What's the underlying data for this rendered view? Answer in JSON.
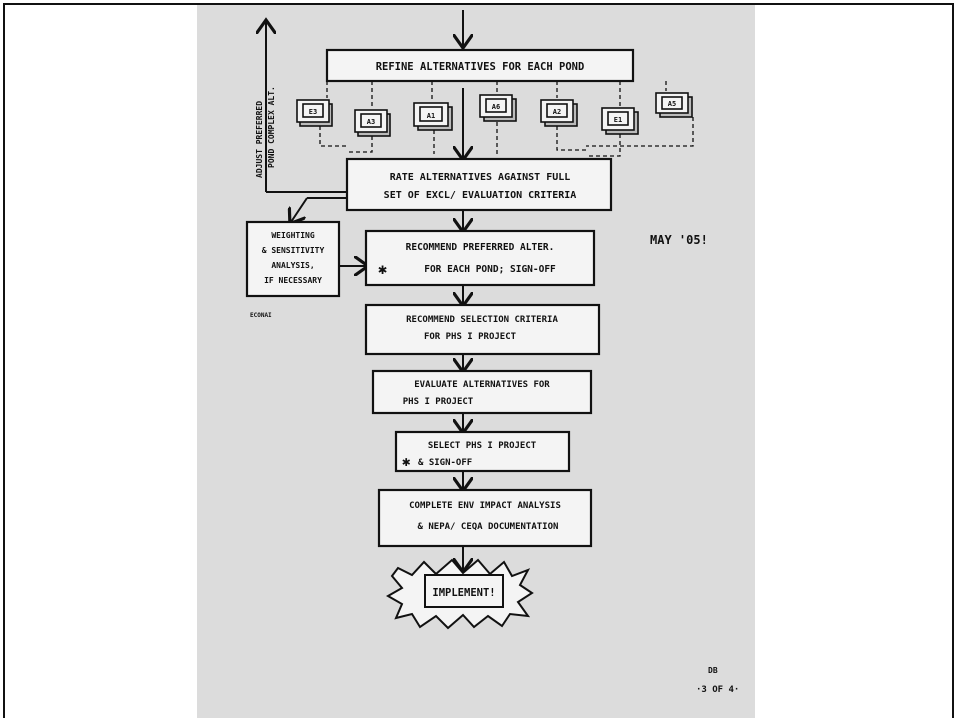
{
  "side_note": {
    "line1": "ADJUST PREFERRED",
    "line2": "POND COMPLEX ALT."
  },
  "steps": {
    "refine": "REFINE ALTERNATIVES FOR EACH POND",
    "rate_line1": "RATE ALTERNATIVES AGAINST FULL",
    "rate_line2": "SET OF EXCL/ EVALUATION CRITERIA",
    "recommend_line1": "RECOMMEND PREFERRED ALTER.",
    "recommend_line2": "FOR EACH POND; SIGN-OFF",
    "selection_line1": "RECOMMEND SELECTION CRITERIA",
    "selection_line2": "FOR PHS I PROJECT",
    "evaluate_line1": "EVALUATE ALTERNATIVES FOR",
    "evaluate_line2": "PHS I PROJECT",
    "select_line1": "SELECT PHS I PROJECT",
    "select_line2": "& SIGN-OFF",
    "complete_line1": "COMPLETE ENV IMPACT ANALYSIS",
    "complete_line2": "& NEPA/ CEQA DOCUMENTATION",
    "implement": "IMPLEMENT!"
  },
  "weighting": {
    "line1": "WEIGHTING",
    "line2": "& SENSITIVITY",
    "line3": "ANALYSIS,",
    "line4": "IF NECESSARY",
    "note": "ECONAI"
  },
  "pond_labels": [
    "E3",
    "A3",
    "A1",
    "A6",
    "A2",
    "E1",
    "A5"
  ],
  "annotations": {
    "date": "MAY '05!",
    "initials": "DB",
    "page": "·3 OF 4·",
    "star": "✱"
  }
}
